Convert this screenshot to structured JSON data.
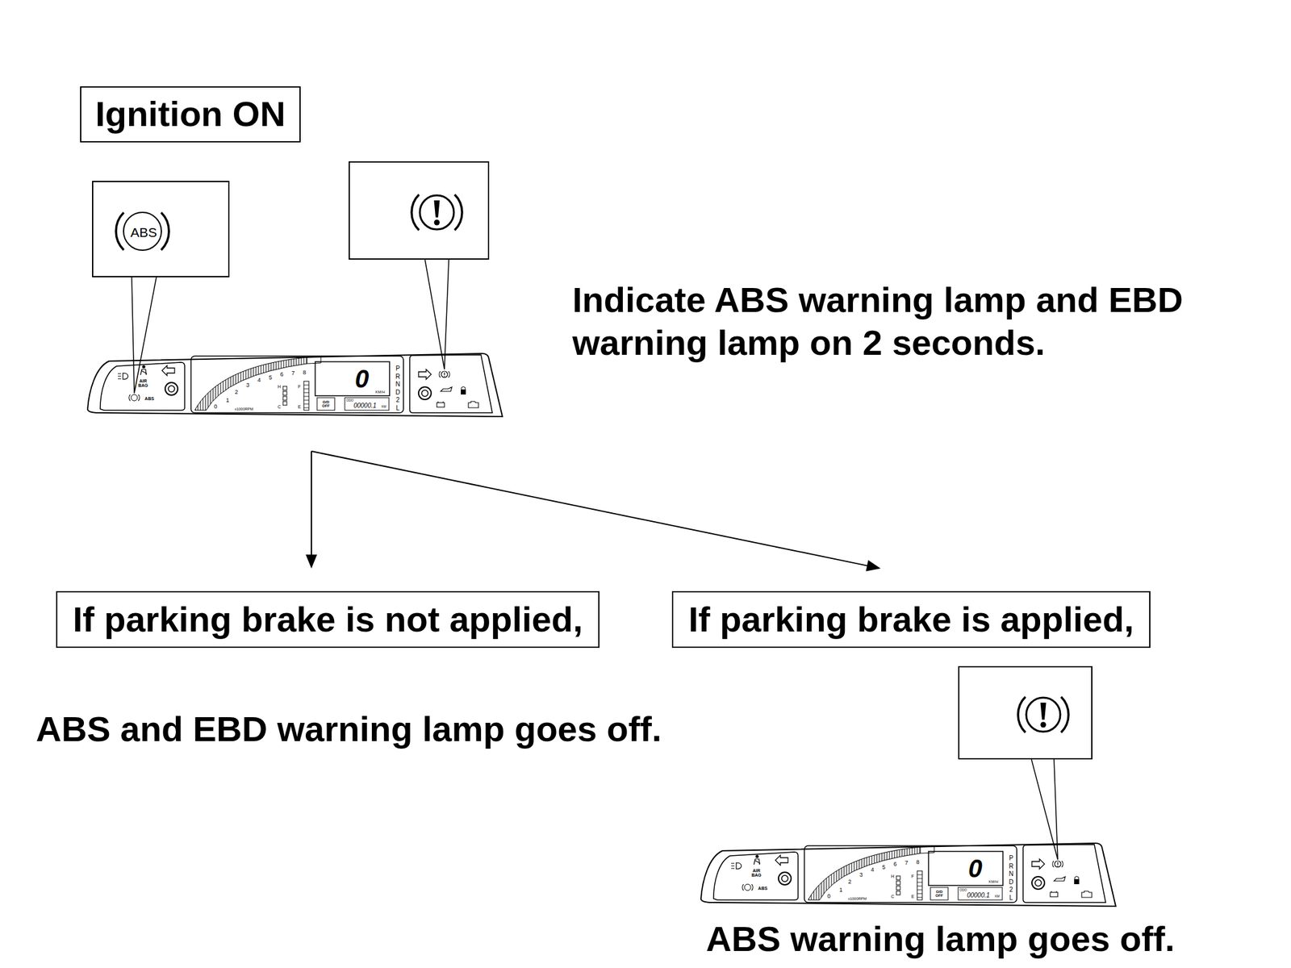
{
  "diagram": {
    "nodes": [
      {
        "text": [
          "Ignition ON"
        ]
      },
      {
        "text": [
          "ABS"
        ]
      },
      {
        "text": [
          "If parking brake is not applied,"
        ]
      },
      {
        "text": [
          "If parking brake is applied,"
        ]
      }
    ],
    "edges": [
      {
        "from": 0,
        "to": 2,
        "arrow": "to"
      },
      {
        "from": 0,
        "to": 3,
        "arrow": "to"
      }
    ],
    "labels": [
      "Indicate ABS warning lamp and EBD warning lamp on 2 seconds.",
      "AIR BAG",
      "ABS",
      "0",
      "1",
      "2",
      "3",
      "4",
      "5",
      "6",
      "7",
      "8",
      "x1000RPM",
      "H",
      "C",
      "F",
      "E",
      "0",
      "KM/H",
      "O/D OFF",
      "ODO",
      "00000.1",
      "KM",
      "PRND2L",
      "ABS and EBD warning lamp goes off.",
      "AIR BAG",
      "ABS",
      "0",
      "1",
      "2",
      "3",
      "4",
      "5",
      "6",
      "7",
      "8",
      "x1000RPM",
      "H",
      "C",
      "F",
      "E",
      "0",
      "KM/H",
      "O/D OFF",
      "ODO",
      "00000.1",
      "KM",
      "PRND2L",
      "ABS warning lamp goes off."
    ]
  }
}
